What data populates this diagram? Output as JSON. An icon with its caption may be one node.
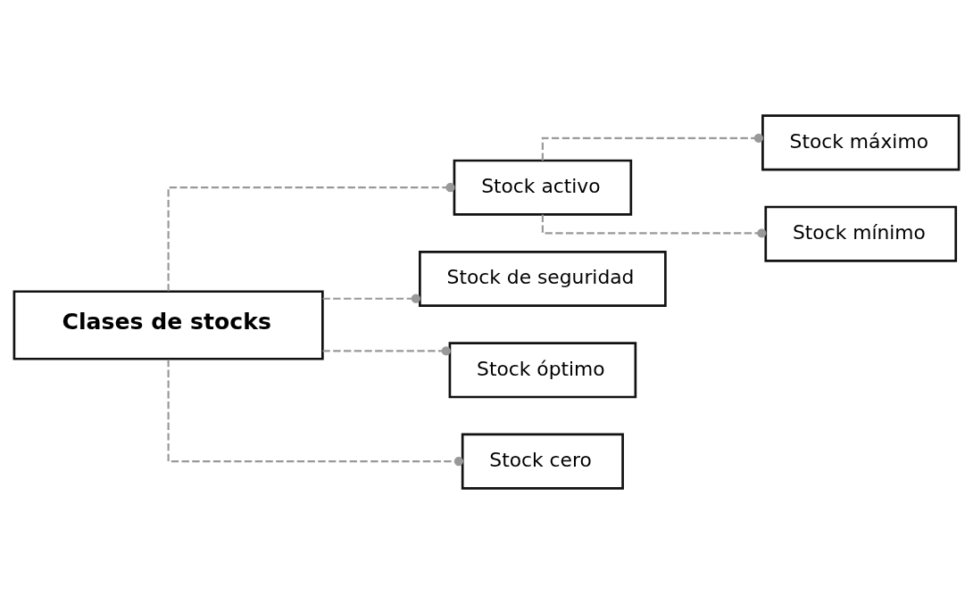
{
  "diagram": {
    "nodes": [
      {
        "text": [
          "Clases de stocks"
        ]
      },
      {
        "text": [
          "Stock activo"
        ]
      },
      {
        "text": [
          "Stock de seguridad"
        ]
      },
      {
        "text": [
          "Stock óptimo"
        ]
      },
      {
        "text": [
          "Stock cero"
        ]
      },
      {
        "text": [
          "Stock máximo"
        ]
      },
      {
        "text": [
          "Stock mínimo"
        ]
      }
    ],
    "edges": [
      {
        "from": 0,
        "to": 1,
        "arrow": "other",
        "style": "dashed"
      },
      {
        "from": 0,
        "to": 2,
        "arrow": "other",
        "style": "dashed"
      },
      {
        "from": 0,
        "to": 3,
        "arrow": "other",
        "style": "dashed"
      },
      {
        "from": 0,
        "to": 4,
        "arrow": "other",
        "style": "dashed"
      },
      {
        "from": 1,
        "to": 5,
        "arrow": "other",
        "style": "dashed"
      },
      {
        "from": 1,
        "to": 6,
        "arrow": "other",
        "style": "dashed"
      }
    ]
  }
}
